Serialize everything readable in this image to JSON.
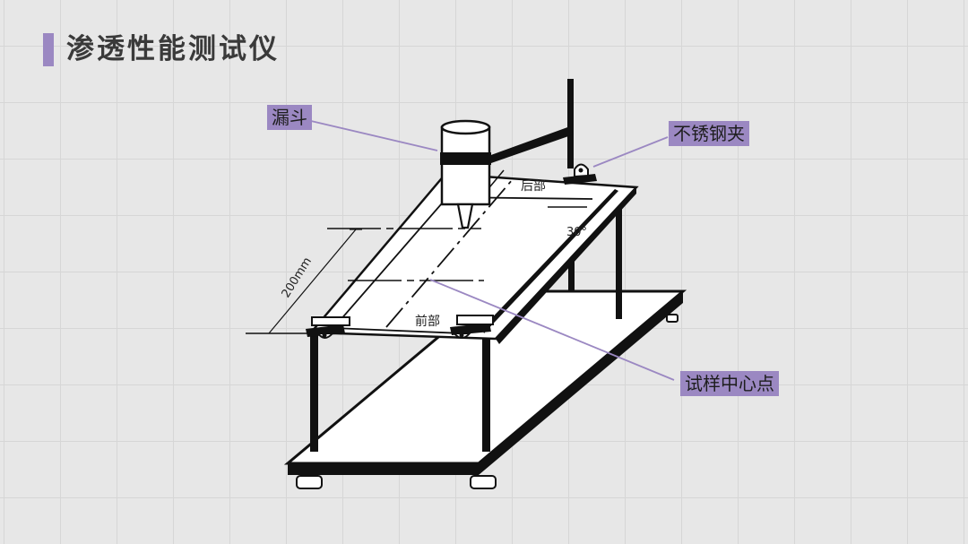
{
  "title": "渗透性能测试仪",
  "labels": {
    "funnel": "漏斗",
    "clamp": "不锈钢夹",
    "specimen_center": "试样中心点"
  },
  "diagram_text": {
    "rear": "后部",
    "front": "前部",
    "angle": "30°",
    "dimension": "200mm"
  },
  "colors": {
    "accent": "#9b88c2",
    "background": "#e7e7e7",
    "line": "#111111"
  }
}
